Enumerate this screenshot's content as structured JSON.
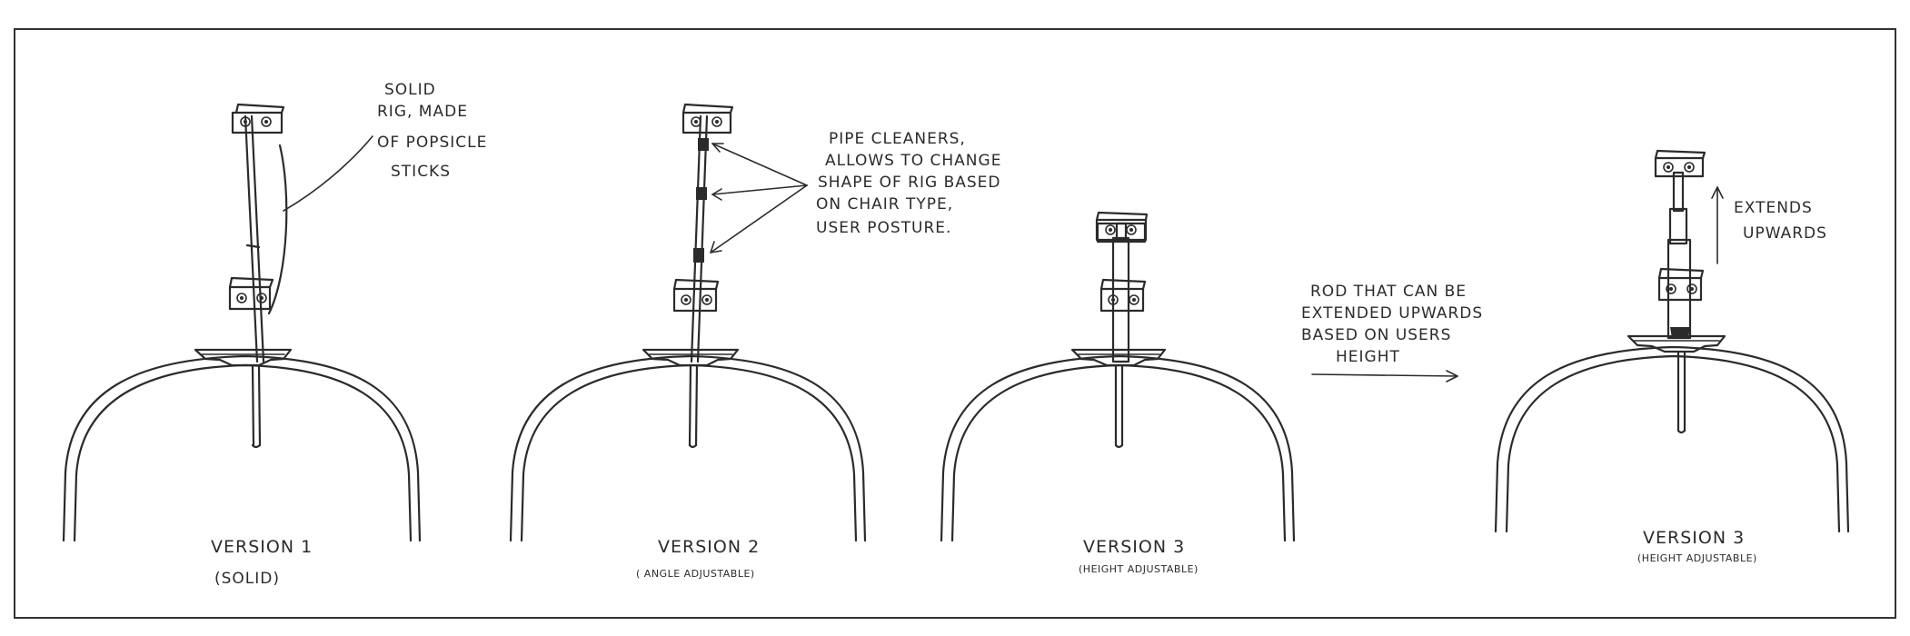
{
  "sketches": [
    {
      "caption": "VERSION 1",
      "subcaption": "(SOLID)"
    },
    {
      "caption": "VERSION 2",
      "subcaption": "( ANGLE ADJUSTABLE)"
    },
    {
      "caption": "VERSION 3",
      "subcaption": "(HEIGHT ADJUSTABLE)"
    },
    {
      "caption": "VERSION 3",
      "subcaption": "(HEIGHT ADJUSTABLE)"
    }
  ],
  "annotations": {
    "solid_rig": [
      "SOLID",
      "RIG, MADE",
      "OF POPSICLE",
      "STICKS"
    ],
    "pipe_cleaners": [
      "PIPE CLEANERS,",
      "ALLOWS TO CHANGE",
      "SHAPE OF RIG BASED",
      "ON CHAIR TYPE,",
      "USER POSTURE."
    ],
    "rod_extend": [
      "ROD THAT CAN BE",
      "EXTENDED UPWARDS",
      "BASED ON USERS",
      "HEIGHT"
    ],
    "extends_upwards": [
      "EXTENDS",
      "UPWARDS"
    ]
  }
}
